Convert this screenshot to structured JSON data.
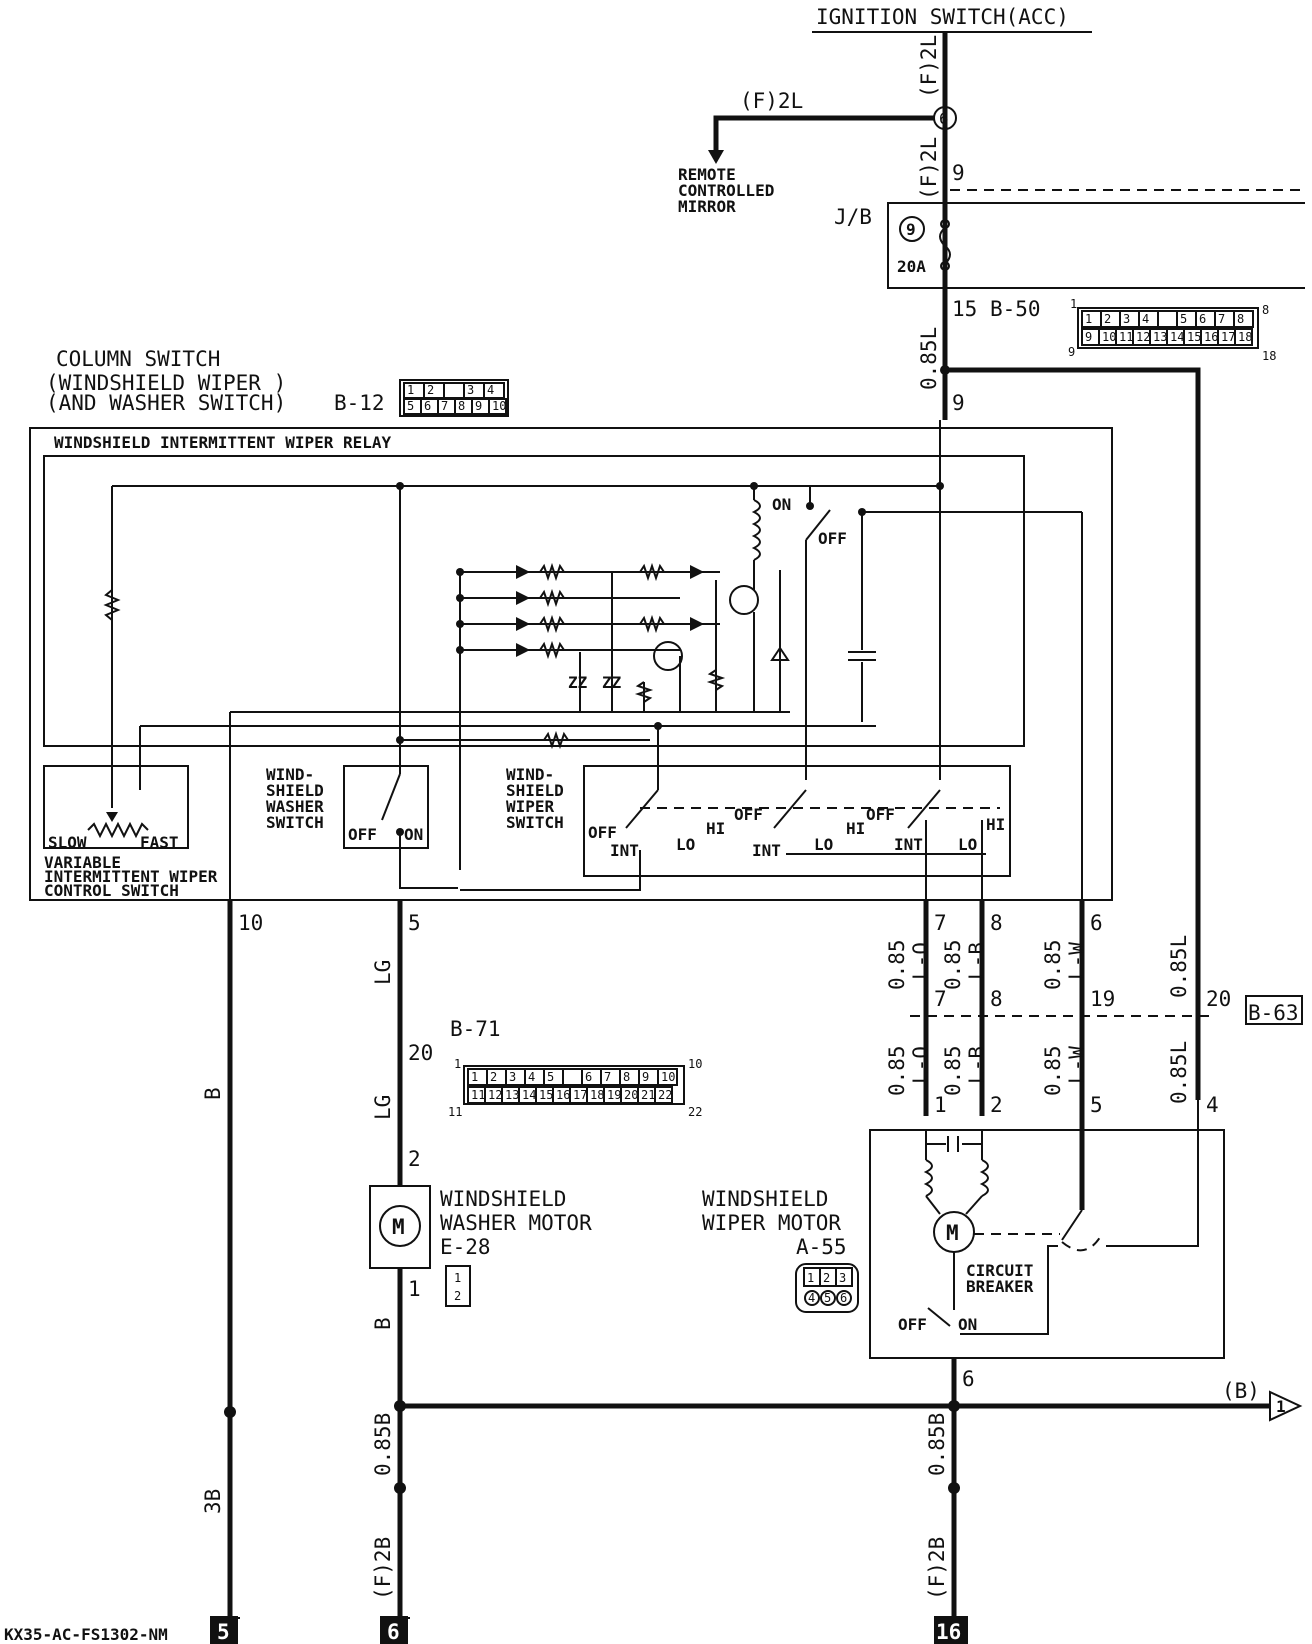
{
  "labels": {
    "ignition": "IGNITION SWITCH(ACC)",
    "wire_f2l_a": "(F)2L",
    "wire_f2l_b": "(F)2L",
    "wire_f2l_c": "(F)2L",
    "node6": "6",
    "pin9_top": "9",
    "remote_1": "REMOTE",
    "remote_2": "CONTROLLED",
    "remote_3": "MIRROR",
    "jb": "J/B",
    "fuse_no": "9",
    "fuse_amp": "20A",
    "b50_pin": "15",
    "b50": "B-50",
    "wire_085l_top": "0.85L",
    "pin9_mid": "9",
    "col_1": "COLUMN SWITCH",
    "col_2": "(WINDSHIELD WIPER )",
    "col_3": "(AND WASHER SWITCH)",
    "b12": "B-12",
    "relay": "WINDSHIELD INTERMITTENT WIPER RELAY",
    "on": "ON",
    "off": "OFF",
    "var_slow": "SLOW",
    "var_fast": "FAST",
    "var_1": "VARIABLE",
    "var_2": "INTERMITTENT WIPER",
    "var_3": "CONTROL SWITCH",
    "wash_1": "WIND-",
    "wash_2": "SHIELD",
    "wash_3": "WASHER",
    "wash_4": "SWITCH",
    "wash_off": "OFF",
    "wash_on": "ON",
    "wip_1": "WIND-",
    "wip_2": "SHIELD",
    "wip_3": "WIPER",
    "wip_4": "SWITCH",
    "ws_off1": "OFF",
    "ws_int1": "INT",
    "ws_lo1": "LO",
    "ws_hi1": "HI",
    "ws_off2": "OFF",
    "ws_int2": "INT",
    "ws_lo2": "LO",
    "ws_hi2": "HI",
    "ws_off3": "OFF",
    "ws_int3": "INT",
    "ws_lo3": "LO",
    "ws_hi3": "HI",
    "p10": "10",
    "p5": "5",
    "p7": "7",
    "p8": "8",
    "p6": "6",
    "lg1": "LG",
    "lg2": "LG",
    "b_left": "B",
    "b_mid": "B",
    "p20": "20",
    "b71": "B-71",
    "w_085lo": "0.85\nL-O",
    "w_085lo_a": "0.85",
    "w_085lo_b": "L-O",
    "w_085lb_a": "0.85",
    "w_085lb_b": "L-B",
    "w_085lw_a": "0.85",
    "w_085lw_b": "L-W",
    "w_085l_r1": "0.85L",
    "w_085lo2_a": "0.85",
    "w_085lo2_b": "L-O",
    "w_085lb2_a": "0.85",
    "w_085lb2_b": "L-B",
    "w_085lw2_a": "0.85",
    "w_085lw2_b": "L-W",
    "w_085l_r2": "0.85L",
    "b63_p7": "7",
    "b63_p8": "8",
    "b63_p19": "19",
    "b63_p20": "20",
    "b63": "B-63",
    "m_p1": "1",
    "m_p2": "2",
    "m_p5": "5",
    "m_p4": "4",
    "washer_1": "WINDSHIELD",
    "washer_2": "WASHER MOTOR",
    "e28": "E-28",
    "wm_p2": "2",
    "wm_p1": "1",
    "wiper_1": "WINDSHIELD",
    "wiper_2": "WIPER MOTOR",
    "a55": "A-55",
    "cb_1": "CIRCUIT",
    "cb_2": "BREAKER",
    "cb_off": "OFF",
    "cb_on": "ON",
    "m_p6": "6",
    "out_b": "(B)",
    "out_1": "1",
    "w_3b": "3B",
    "w_085b_1": "0.85B",
    "w_085b_2": "0.85B",
    "w_f2b_1": "(F)2B",
    "w_f2b_2": "(F)2B",
    "code": "KX35-AC-FS1302-NM",
    "gnd5": "5",
    "gnd6": "6",
    "gnd16": "16",
    "m_letter": "M"
  },
  "connectors": {
    "b50_top": [
      "1",
      "2",
      "3",
      "4",
      "",
      "5",
      "6",
      "7",
      "8"
    ],
    "b50_bot": [
      "9",
      "10",
      "11",
      "12",
      "13",
      "14",
      "15",
      "16",
      "17",
      "18"
    ],
    "b50_c1": "1",
    "b50_c8": "8",
    "b50_c9": "9",
    "b50_c18": "18",
    "b12_top": [
      "1",
      "2",
      "",
      "3",
      "4"
    ],
    "b12_bot": [
      "5",
      "6",
      "7",
      "8",
      "9",
      "10"
    ],
    "b71_top": [
      "1",
      "2",
      "3",
      "4",
      "5",
      "",
      "6",
      "7",
      "8",
      "9",
      "10"
    ],
    "b71_bot": [
      "11",
      "12",
      "13",
      "14",
      "15",
      "16",
      "17",
      "18",
      "19",
      "20",
      "21",
      "22"
    ],
    "b71_c1": "1",
    "b71_c10": "10",
    "b71_c11": "11",
    "b71_c22": "22",
    "e28": [
      "1",
      "2"
    ],
    "a55_top": [
      "1",
      "2",
      "3"
    ],
    "a55_bot": [
      "4",
      "5",
      "6"
    ]
  }
}
